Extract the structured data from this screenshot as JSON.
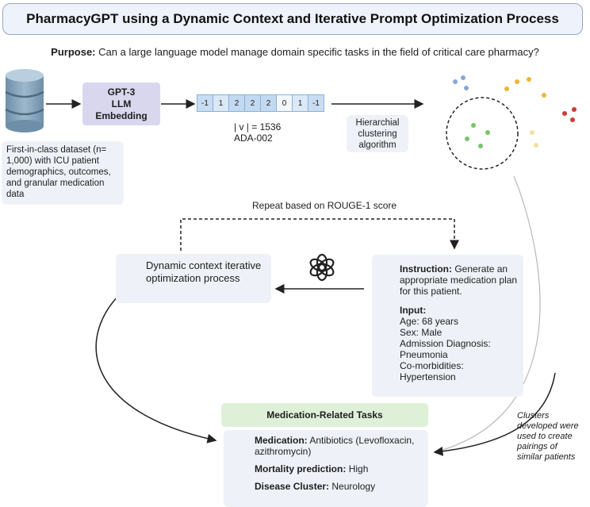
{
  "title": "PharmacyGPT using a Dynamic Context and Iterative Prompt Optimization Process",
  "purpose": {
    "label": "Purpose:",
    "text": "Can a large language model manage domain specific tasks in the field of critical care pharmacy?"
  },
  "embedding": {
    "line1": "GPT-3",
    "line2": "LLM",
    "line3": "Embedding"
  },
  "vector_cells": [
    "-1",
    "1",
    "2",
    "2",
    "2",
    "0",
    "1",
    "-1"
  ],
  "vector_dim": {
    "line1": "| v | = 1536",
    "line2": "ADA-002"
  },
  "dataset": {
    "text": "First-in-class dataset (n= 1,000) with ICU patient demographics, outcomes, and granular medication data"
  },
  "clustering": {
    "line1": "Hierarchial",
    "line2": "clustering",
    "line3": "algorithm"
  },
  "repeat_label": "Repeat based on ROUGE-1 score",
  "dynamic_context": "Dynamic context iterative optimization process",
  "prompt": {
    "instruction_label": "Instruction:",
    "instruction_text": "Generate an appropriate medication plan for this patient.",
    "input_label": "Input:",
    "input_lines": [
      "Age: 68 years",
      "Sex: Male",
      "Admission Diagnosis:",
      "Pneumonia",
      "Co-morbidities:",
      "Hypertension"
    ]
  },
  "tasks": {
    "header": "Medication-Related Tasks",
    "medication_label": "Medication:",
    "medication_text": "Antibiotics (Levofloxacin, azithromycin)",
    "mortality_label": "Mortality prediction:",
    "mortality_text": "High",
    "cluster_label": "Disease Cluster:",
    "cluster_text": "Neurology"
  },
  "clusters_note": {
    "line1": "Clusters",
    "line2": "developed were",
    "line3": "used to create",
    "line4": "pairings of",
    "line5": "similar patients"
  },
  "colors": {
    "title_bg": "#eef2fb",
    "panel_bg": "#eef2f8",
    "embedding_bg": "#d9d7ee",
    "tasks_header_bg": "#dff0d8",
    "cluster_blue": "#8aa6d6",
    "cluster_orange": "#f0b437",
    "cluster_green": "#7cc26b",
    "cluster_red": "#d03a35",
    "cluster_yellow": "#f3e0a0"
  }
}
